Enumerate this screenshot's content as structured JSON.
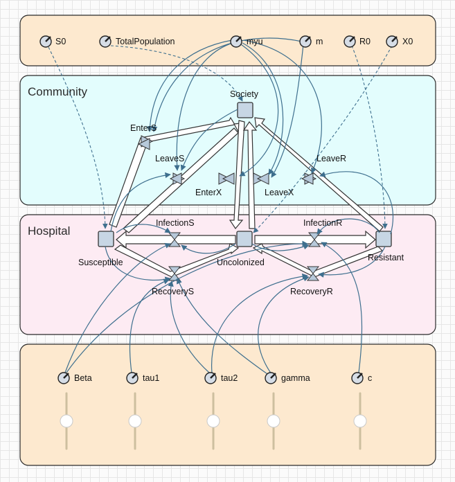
{
  "panels": {
    "parameters": "",
    "community": "Community",
    "hospital": "Hospital",
    "sliders": ""
  },
  "parameters": [
    "S0",
    "TotalPopulation",
    "myu",
    "m",
    "R0",
    "X0"
  ],
  "stocks": [
    "Society",
    "Susceptible",
    "Uncolonized",
    "Resistant"
  ],
  "flows": [
    "EnterS",
    "LeaveS",
    "EnterX",
    "LeaveX",
    "LeaveR",
    "InfectionS",
    "InfectionR",
    "RecoveryS",
    "RecoveryR"
  ],
  "slider_params": [
    {
      "name": "Beta",
      "value": 0.5
    },
    {
      "name": "tau1",
      "value": 0.5
    },
    {
      "name": "tau2",
      "value": 0.5
    },
    {
      "name": "gamma",
      "value": 0.5
    },
    {
      "name": "c",
      "value": 0.5
    }
  ],
  "colors": {
    "param_panel": "#fde9cf",
    "community_panel": "#e3fdfd",
    "hospital_panel": "#fdebf3",
    "link": "#3e6f8e",
    "stock": "#c7d6e4"
  }
}
